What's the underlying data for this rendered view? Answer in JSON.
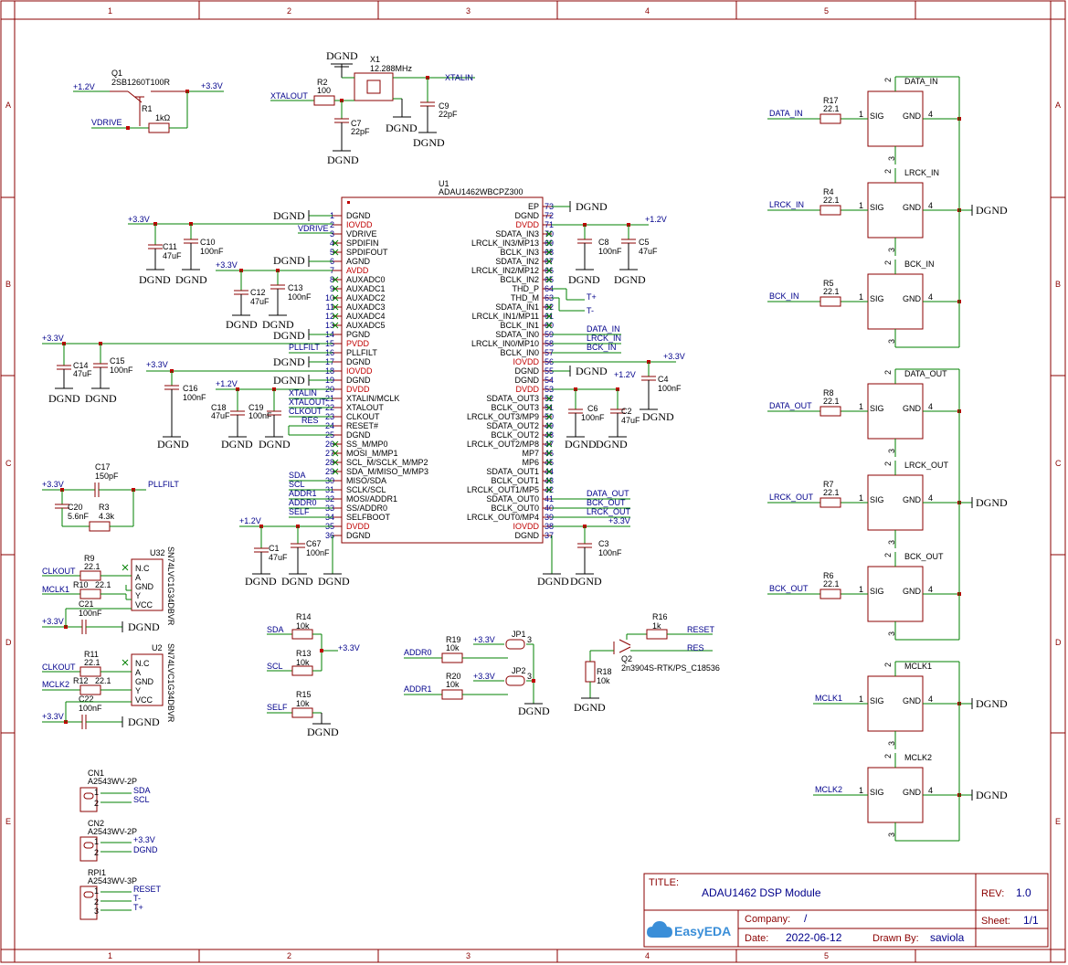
{
  "title_block": {
    "title_label": "TITLE:",
    "title": "ADAU1462 DSP Module",
    "rev_label": "REV:",
    "rev": "1.0",
    "company_label": "Company:",
    "company": "/",
    "sheet_label": "Sheet:",
    "sheet": "1/1",
    "date_label": "Date:",
    "date": "2022-06-12",
    "drawn_by_label": "Drawn By:",
    "drawn_by": "saviola",
    "logo": "EasyEDA"
  },
  "grid": {
    "cols": [
      "1",
      "2",
      "3",
      "4",
      "5"
    ],
    "rows": [
      "A",
      "B",
      "C",
      "D",
      "E"
    ]
  },
  "ic": {
    "ref": "U1",
    "part": "ADAU1462WBCPZ300",
    "left_pins": [
      {
        "n": "1",
        "name": "DGND"
      },
      {
        "n": "2",
        "name": "IOVDD"
      },
      {
        "n": "3",
        "name": "VDRIVE"
      },
      {
        "n": "4",
        "name": "SPDIFIN"
      },
      {
        "n": "5",
        "name": "SPDIFOUT"
      },
      {
        "n": "6",
        "name": "AGND"
      },
      {
        "n": "7",
        "name": "AVDD"
      },
      {
        "n": "8",
        "name": "AUXADC0"
      },
      {
        "n": "9",
        "name": "AUXADC1"
      },
      {
        "n": "10",
        "name": "AUXADC2"
      },
      {
        "n": "11",
        "name": "AUXADC3"
      },
      {
        "n": "12",
        "name": "AUXADC4"
      },
      {
        "n": "13",
        "name": "AUXADC5"
      },
      {
        "n": "14",
        "name": "PGND"
      },
      {
        "n": "15",
        "name": "PVDD"
      },
      {
        "n": "16",
        "name": "PLLFILT"
      },
      {
        "n": "17",
        "name": "DGND"
      },
      {
        "n": "18",
        "name": "IOVDD"
      },
      {
        "n": "19",
        "name": "DGND"
      },
      {
        "n": "20",
        "name": "DVDD"
      },
      {
        "n": "21",
        "name": "XTALIN/MCLK"
      },
      {
        "n": "22",
        "name": "XTALOUT"
      },
      {
        "n": "23",
        "name": "CLKOUT"
      },
      {
        "n": "24",
        "name": "RESET#"
      },
      {
        "n": "25",
        "name": "DGND"
      },
      {
        "n": "26",
        "name": "SS_M/MP0"
      },
      {
        "n": "27",
        "name": "MOSI_M/MP1"
      },
      {
        "n": "28",
        "name": "SCL_M/SCLK_M/MP2"
      },
      {
        "n": "29",
        "name": "SDA_M/MISO_M/MP3"
      },
      {
        "n": "30",
        "name": "MISO/SDA"
      },
      {
        "n": "31",
        "name": "SCLK/SCL"
      },
      {
        "n": "32",
        "name": "MOSI/ADDR1"
      },
      {
        "n": "33",
        "name": "SS/ADDR0"
      },
      {
        "n": "34",
        "name": "SELFBOOT"
      },
      {
        "n": "35",
        "name": "DVDD"
      },
      {
        "n": "36",
        "name": "DGND"
      }
    ],
    "right_pins": [
      {
        "n": "73",
        "name": "EP"
      },
      {
        "n": "72",
        "name": "DGND"
      },
      {
        "n": "71",
        "name": "DVDD"
      },
      {
        "n": "70",
        "name": "SDATA_IN3"
      },
      {
        "n": "69",
        "name": "LRCLK_IN3/MP13"
      },
      {
        "n": "68",
        "name": "BCLK_IN3"
      },
      {
        "n": "67",
        "name": "SDATA_IN2"
      },
      {
        "n": "66",
        "name": "LRCLK_IN2/MP12"
      },
      {
        "n": "65",
        "name": "BCLK_IN2"
      },
      {
        "n": "64",
        "name": "THD_P"
      },
      {
        "n": "63",
        "name": "THD_M"
      },
      {
        "n": "62",
        "name": "SDATA_IN1"
      },
      {
        "n": "61",
        "name": "LRCLK_IN1/MP11"
      },
      {
        "n": "60",
        "name": "BCLK_IN1"
      },
      {
        "n": "59",
        "name": "SDATA_IN0"
      },
      {
        "n": "58",
        "name": "LRCLK_IN0/MP10"
      },
      {
        "n": "57",
        "name": "BCLK_IN0"
      },
      {
        "n": "56",
        "name": "IOVDD"
      },
      {
        "n": "55",
        "name": "DGND"
      },
      {
        "n": "54",
        "name": "DGND"
      },
      {
        "n": "53",
        "name": "DVDD"
      },
      {
        "n": "52",
        "name": "SDATA_OUT3"
      },
      {
        "n": "51",
        "name": "BCLK_OUT3"
      },
      {
        "n": "50",
        "name": "LRCLK_OUT3/MP9"
      },
      {
        "n": "49",
        "name": "SDATA_OUT2"
      },
      {
        "n": "48",
        "name": "BCLK_OUT2"
      },
      {
        "n": "47",
        "name": "LRCLK_OUT2/MP8"
      },
      {
        "n": "46",
        "name": "MP7"
      },
      {
        "n": "45",
        "name": "MP6"
      },
      {
        "n": "44",
        "name": "SDATA_OUT1"
      },
      {
        "n": "43",
        "name": "BCLK_OUT1"
      },
      {
        "n": "42",
        "name": "LRCLK_OUT1/MP5"
      },
      {
        "n": "41",
        "name": "SDATA_OUT0"
      },
      {
        "n": "40",
        "name": "BCLK_OUT0"
      },
      {
        "n": "39",
        "name": "LRCLK_OUT0/MP4"
      },
      {
        "n": "38",
        "name": "IOVDD"
      },
      {
        "n": "37",
        "name": "DGND"
      }
    ]
  },
  "labels": {
    "dgnd": "DGND",
    "p12": "+1.2V",
    "p33": "+3.3V",
    "q1": "Q1",
    "q1p": "2SB1260T100R",
    "vdrive": "VDRIVE",
    "r1": "R1",
    "r1v": "1kΩ",
    "xtalout": "XTALOUT",
    "xtalin": "XTALIN",
    "r2": "R2",
    "r2v": "100",
    "x1": "X1",
    "x1v": "12.288MHz",
    "c7": "C7",
    "c7v": "22pF",
    "c9": "C9",
    "c9v": "22pF",
    "c11": "C11",
    "c11v": "47uF",
    "c10": "C10",
    "c10v": "100nF",
    "c12": "C12",
    "c12v": "47uF",
    "c13": "C13",
    "c13v": "100nF",
    "c14": "C14",
    "c14v": "47uF",
    "c15": "C15",
    "c15v": "100nF",
    "c16": "C16",
    "c16v": "100nF",
    "c18": "C18",
    "c18v": "47uF",
    "c19": "C19",
    "c19v": "100nF",
    "c17": "C17",
    "c17v": "150pF",
    "c20": "C20",
    "c20v": "5.6nF",
    "r3": "R3",
    "r3v": "4.3k",
    "pllfilt": "PLLFILT",
    "clkout": "CLKOUT",
    "res": "RES",
    "sda": "SDA",
    "scl": "SCL",
    "addr1": "ADDR1",
    "addr0": "ADDR0",
    "self": "SELF",
    "c1": "C1",
    "c1v": "47uF",
    "c67": "C67",
    "c67v": "100nF",
    "c8": "C8",
    "c8v": "100nF",
    "c5": "C5",
    "c5v": "47uF",
    "c4": "C4",
    "c4v": "100nF",
    "c6": "C6",
    "c6v": "100nF",
    "c2": "C2",
    "c2v": "47uF",
    "c3": "C3",
    "c3v": "100nF",
    "tp": "T+",
    "tm": "T-",
    "data_in": "DATA_IN",
    "lrck_in": "LRCK_IN",
    "bck_in": "BCK_IN",
    "data_out": "DATA_OUT",
    "bck_out": "BCK_OUT",
    "lrck_out": "LRCK_OUT",
    "mclk1": "MCLK1",
    "mclk2": "MCLK2",
    "u32": "U32",
    "u2": "U2",
    "buf": "SN74LVC1G34DBVR",
    "bnc": "N.C",
    "ba": "A",
    "bgnd": "GND",
    "by": "Y",
    "bvcc": "VCC",
    "r9": "R9",
    "r10": "R10",
    "r11": "R11",
    "r12": "R12",
    "r221": "22.1",
    "c21": "C21",
    "c21v": "100nF",
    "c22": "C22",
    "c22v": "100nF",
    "r14": "R14",
    "r13": "R13",
    "r15": "R15",
    "r10k": "10k",
    "r19": "R19",
    "r20": "R20",
    "jp1": "JP1",
    "jp2": "JP2",
    "r16": "R16",
    "r16v": "1k",
    "r18": "R18",
    "r18v": "10k",
    "reset": "RESET",
    "q2": "Q2",
    "q2p": "2n3904S-RTK/PS_C18536",
    "cn1": "CN1",
    "cn2": "CN2",
    "rpi1": "RPI1",
    "cn_part2": "A2543WV-2P",
    "cn_part3": "A2543WV-3P",
    "r17": "R17",
    "r4": "R4",
    "r5": "R5",
    "r8": "R8",
    "r7": "R7",
    "r6": "R6",
    "sig": "SIG",
    "gnd": "GND",
    "conn_data_in": "DATA_IN",
    "conn_lrck_in": "LRCK_IN",
    "conn_bck_in": "BCK_IN",
    "conn_data_out": "DATA_OUT",
    "conn_lrck_out": "LRCK_OUT",
    "conn_bck_out": "BCK_OUT",
    "conn_mclk1": "MCLK1",
    "conn_mclk2": "MCLK2",
    "pin1": "1",
    "pin2": "2",
    "pin3": "3",
    "pin4": "4"
  }
}
